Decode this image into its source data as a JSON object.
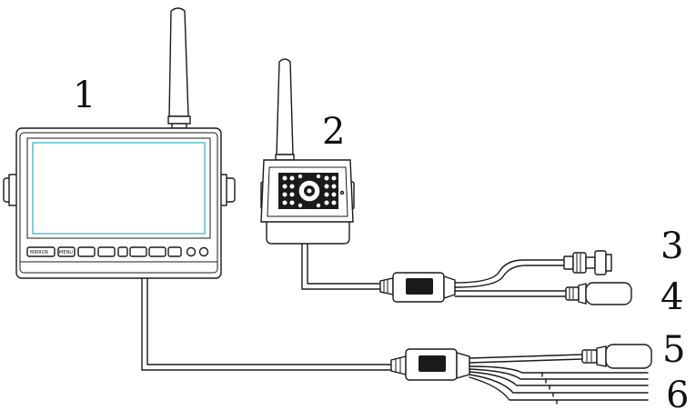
{
  "labels": {
    "monitor": "1",
    "camera": "2",
    "connector_3": "3",
    "connector_4": "4",
    "connector_5": "5",
    "connector_6": "6"
  },
  "monitor_buttons": [
    "MIRROR",
    "MENU",
    "",
    "",
    "",
    "",
    "",
    ""
  ],
  "colors": {
    "line": "#1a1a1a",
    "screen_outline": "#5fc4d6",
    "background": "#ffffff"
  }
}
